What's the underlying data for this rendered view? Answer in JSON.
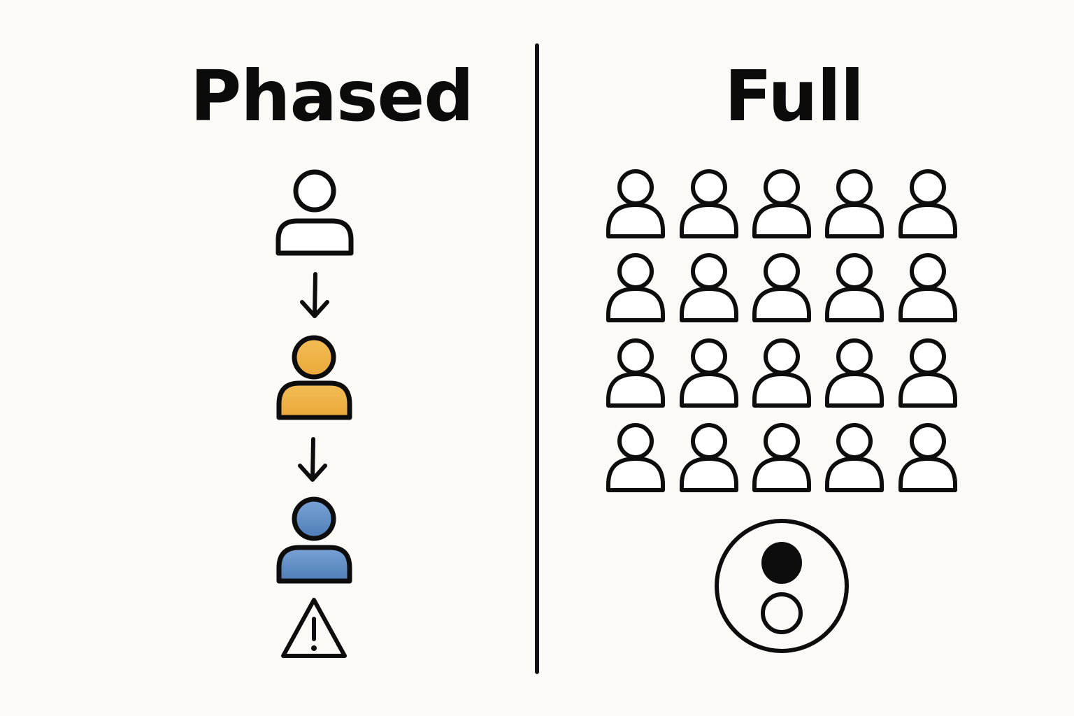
{
  "left_panel": {
    "title": "Phased",
    "sequence": [
      {
        "role": "person",
        "fill": "#ffffff"
      },
      {
        "role": "arrow-down"
      },
      {
        "role": "person",
        "fill": "#f0b44a"
      },
      {
        "role": "arrow-down"
      },
      {
        "role": "person",
        "fill": "#5b86c0"
      },
      {
        "role": "warning-icon"
      }
    ]
  },
  "right_panel": {
    "title": "Full",
    "crowd": {
      "rows": 4,
      "columns": 5,
      "fill": "#ffffff"
    },
    "bottom_icon": "circle-with-figure-icon"
  },
  "colors": {
    "background": "#fbfaf7",
    "ink": "#0d0d0d",
    "amber": "#f0b44a",
    "blue": "#5b86c0"
  }
}
